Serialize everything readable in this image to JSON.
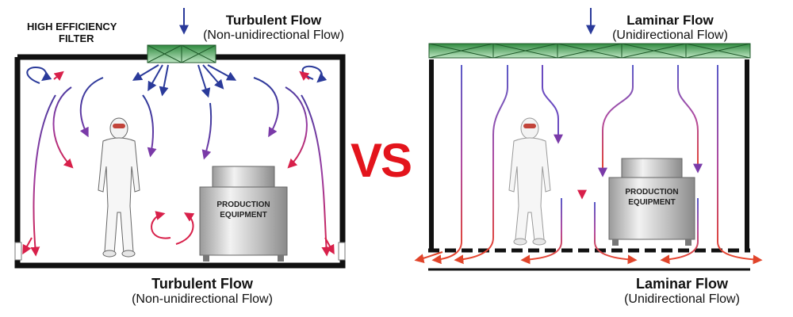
{
  "left_panel": {
    "filter_label_line1": "HIGH EFFICIENCY",
    "filter_label_line2": "FILTER",
    "top_title": "Turbulent Flow",
    "top_subtitle": "(Non-unidirectional Flow)",
    "bottom_title": "Turbulent Flow",
    "bottom_subtitle": "(Non-unidirectional Flow)",
    "equipment_line1": "PRODUCTION",
    "equipment_line2": "EQUIPMENT"
  },
  "right_panel": {
    "top_title": "Laminar Flow",
    "top_subtitle": "(Unidirectional Flow)",
    "bottom_title": "Laminar Flow",
    "bottom_subtitle": "(Unidirectional Flow)",
    "equipment_line1": "PRODUCTION",
    "equipment_line2": "EQUIPMENT"
  },
  "vs_label": "VS",
  "colors": {
    "vs_red": "#e3141c",
    "arrow_blue": "#2a3a9a",
    "arrow_purple": "#7a3aa8",
    "arrow_red": "#d8204a",
    "filter_green": "#3a9a4a",
    "wall": "#111111"
  },
  "icons": {
    "inflow": "down-arrow-icon",
    "filter": "hepa-filter-icon",
    "worker": "cleanroom-worker-icon",
    "machine": "production-equipment-icon"
  }
}
